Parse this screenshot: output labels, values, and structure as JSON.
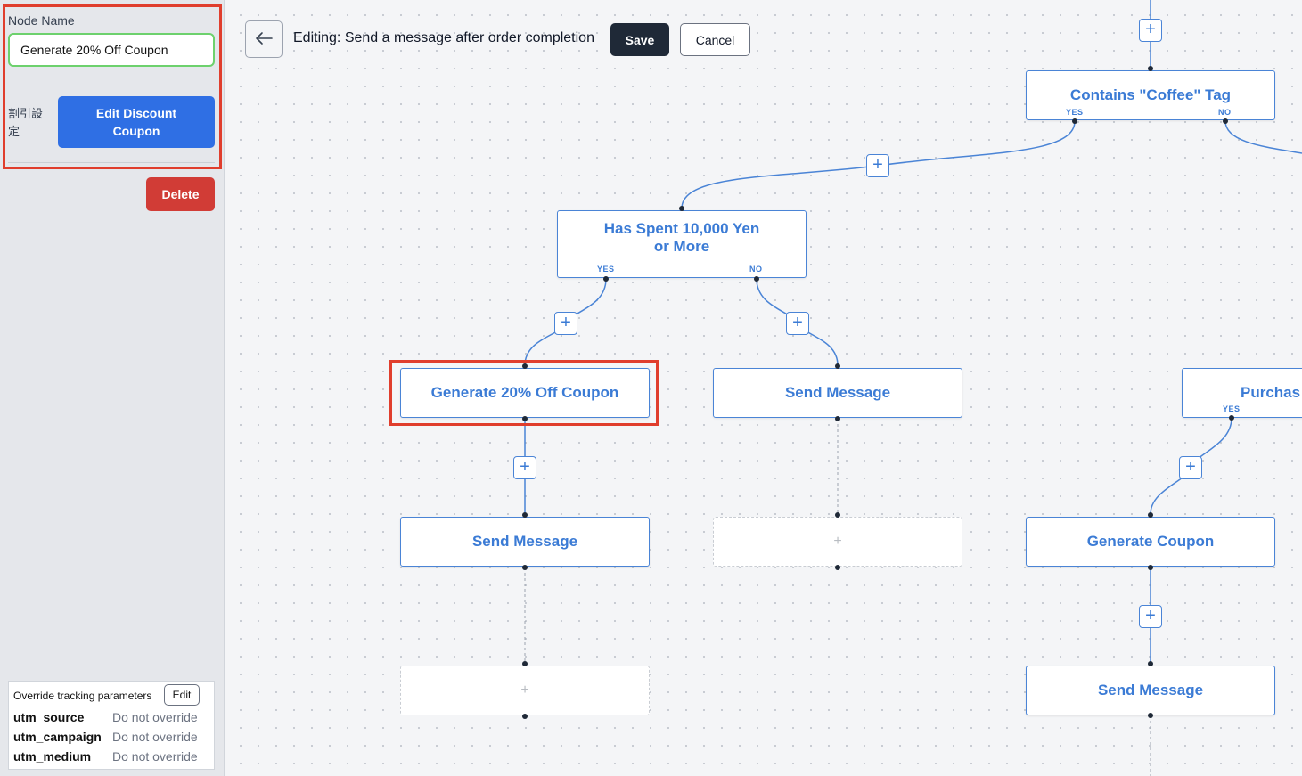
{
  "sidebar": {
    "node_name_label": "Node Name",
    "node_name_value": "Generate 20% Off Coupon",
    "discount_setting_label": "割引設定",
    "edit_discount_button": "Edit Discount Coupon",
    "delete_button": "Delete",
    "tracking": {
      "title": "Override tracking parameters",
      "edit_button": "Edit",
      "rows": [
        {
          "key": "utm_source",
          "value": "Do not override"
        },
        {
          "key": "utm_campaign",
          "value": "Do not override"
        },
        {
          "key": "utm_medium",
          "value": "Do not override"
        }
      ]
    }
  },
  "toolbar": {
    "back_icon": "arrow-left-icon",
    "title": "Editing: Send a message after order completion",
    "save_label": "Save",
    "cancel_label": "Cancel"
  },
  "flow": {
    "accent_color": "#3b7bd5",
    "nodes": {
      "contains_coffee": "Contains \"Coffee\" Tag",
      "has_spent": "Has Spent 10,000 Yen or More",
      "generate_20": "Generate 20% Off Coupon",
      "send_message_right": "Send Message",
      "purchase": "Purchas",
      "send_message_left": "Send Message",
      "generate_coupon": "Generate Coupon",
      "send_message_far": "Send Message",
      "placeholder": "+"
    },
    "branches": {
      "yes": "YES",
      "no": "NO"
    },
    "plus_symbol": "+"
  }
}
